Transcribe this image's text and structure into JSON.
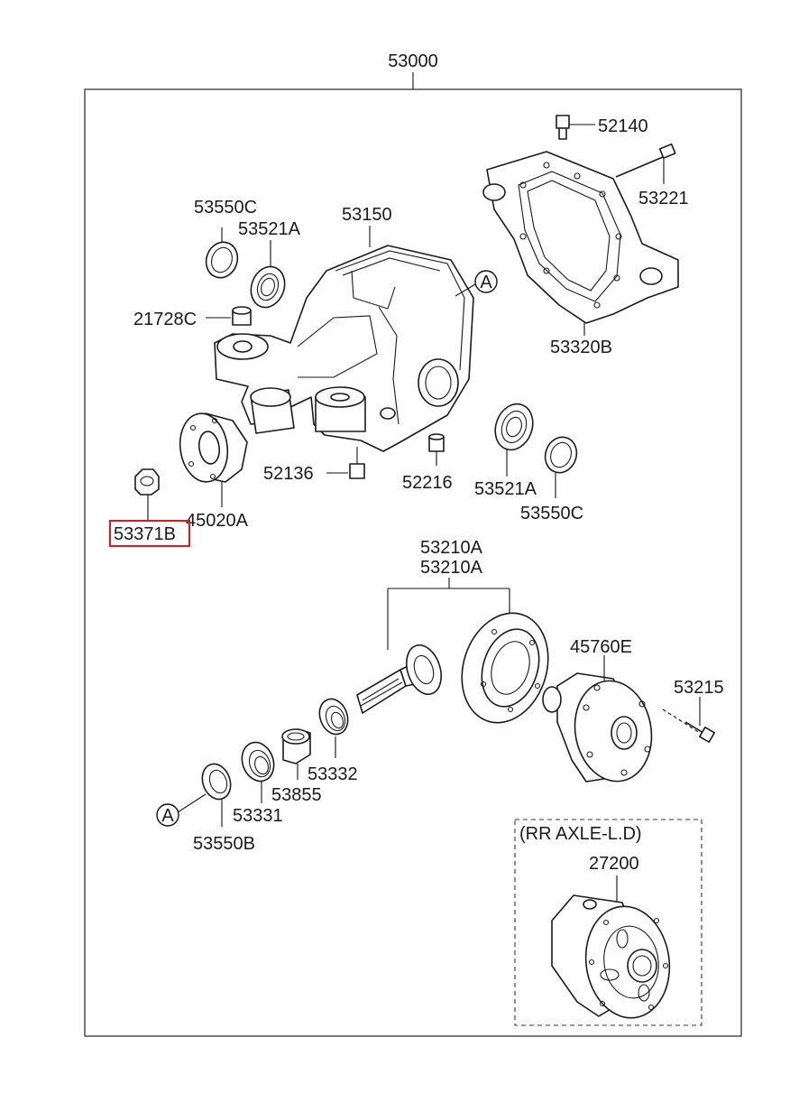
{
  "diagram": {
    "assembly_label": "53000",
    "parts": {
      "p52140": "52140",
      "p53221": "53221",
      "p53550C_top": "53550C",
      "p53521A_top": "53521A",
      "p53150": "53150",
      "p21728C": "21728C",
      "p53320B": "53320B",
      "p52136": "52136",
      "p52216": "52216",
      "p53521A_right": "53521A",
      "p53550C_right": "53550C",
      "p45020A": "45020A",
      "p53371B": "53371B",
      "p53210A_1": "53210A",
      "p53210A_2": "53210A",
      "p45760E": "45760E",
      "p53215": "53215",
      "p53332": "53332",
      "p53855": "53855",
      "p53331": "53331",
      "p53550B": "53550B"
    },
    "ref_marks": {
      "a_top": "A",
      "a_bottom": "A"
    },
    "inset": {
      "title": "(RR AXLE-L.D)",
      "part": "27200"
    },
    "highlighted_part": "53371B",
    "colors": {
      "highlight": "#e01a1a",
      "line": "#1a1a1a"
    }
  }
}
